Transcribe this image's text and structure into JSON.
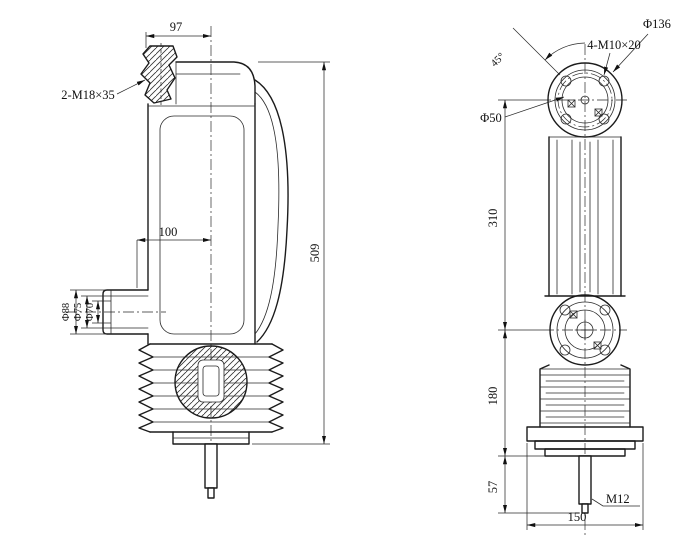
{
  "side_view": {
    "dims": {
      "w97": "97",
      "m18": "2-M18×35",
      "c100": "100",
      "h509": "509",
      "d88": "Φ88",
      "d75": "Φ75",
      "d70": "Φ70"
    }
  },
  "front_view": {
    "dims": {
      "d136": "Φ136",
      "m10": "4-M10×20",
      "a45": "45°",
      "d50": "Φ50",
      "h310": "310",
      "h180": "180",
      "h57": "57",
      "m12": "M12",
      "w150": "150"
    }
  }
}
